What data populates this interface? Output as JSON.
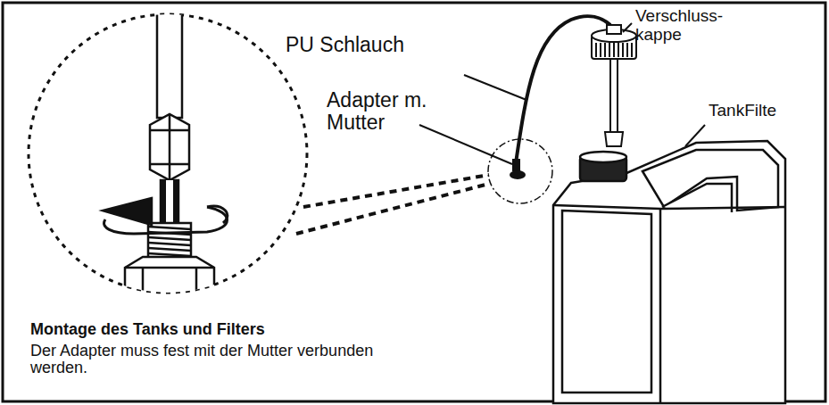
{
  "diagram": {
    "title": "Montage des Tanks und Filters",
    "caption": "Der Adapter muss fest mit der Mutter verbunden werden.",
    "labels": [
      "PU Schlauch",
      "Verschluss- kappe",
      "Adapter m. Mutter",
      "TankFilte"
    ]
  }
}
